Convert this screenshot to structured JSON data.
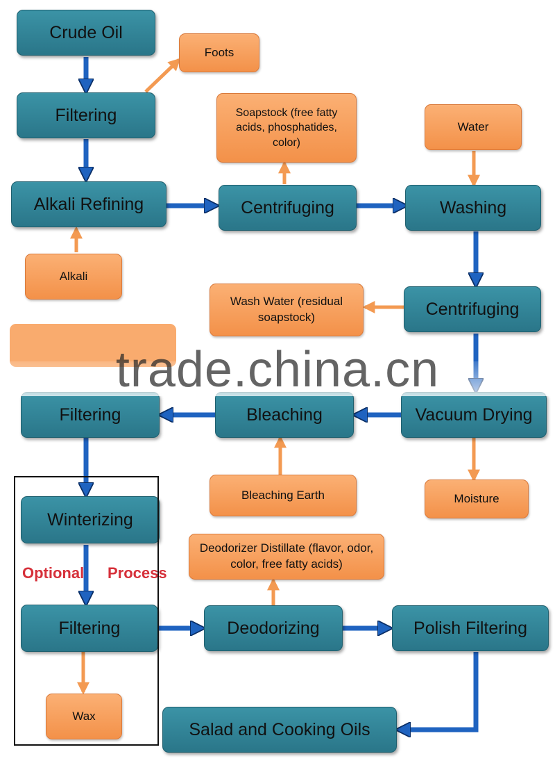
{
  "steps": {
    "crude_oil": "Crude Oil",
    "filtering_1": "Filtering",
    "alkali_refining": "Alkali Refining",
    "centrifuging_1": "Centrifuging",
    "washing": "Washing",
    "centrifuging_2": "Centrifuging",
    "vacuum_drying": "Vacuum Drying",
    "bleaching": "Bleaching",
    "filtering_2": "Filtering",
    "winterizing": "Winterizing",
    "filtering_3": "Filtering",
    "deodorizing": "Deodorizing",
    "polish_filtering": "Polish Filtering",
    "salad_cooking_oils": "Salad and Cooking Oils"
  },
  "byproducts": {
    "foots": "Foots",
    "soapstock": "Soapstock (free fatty acids, phosphatides, color)",
    "water": "Water",
    "alkali": "Alkali",
    "wash_water": "Wash Water (residual soapstock)",
    "bleaching_earth": "Bleaching Earth",
    "moisture": "Moisture",
    "deodorizer_distillate": "Deodorizer Distillate (flavor, odor, color, free fatty acids)",
    "wax": "Wax"
  },
  "labels": {
    "optional_word1": "Optional",
    "optional_word2": "Process"
  },
  "watermark": "trade.china.cn",
  "colors": {
    "step_fill": "#3b93a6",
    "input_fill": "#f8a25e",
    "flow_arrow": "#1f63c0",
    "side_arrow": "#f39a52",
    "optional_text": "#d6303a"
  }
}
